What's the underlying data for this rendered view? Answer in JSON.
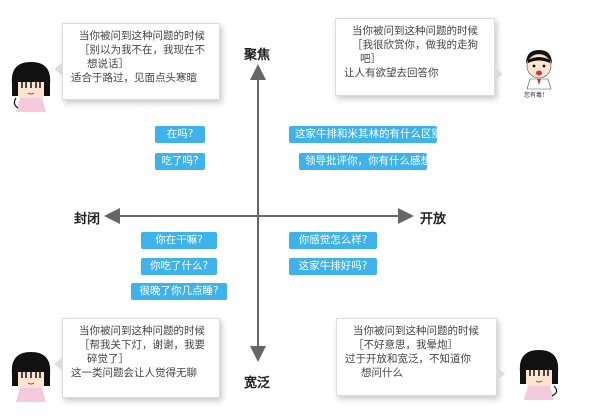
{
  "axes": {
    "top": "聚焦",
    "bottom": "宽泛",
    "left": "封闭",
    "right": "开放"
  },
  "cards": {
    "top_left": {
      "title": "当你被问到这种问题的时候",
      "lines": [
        "［别以为我不在，我现在不",
        "想说话］",
        "适合于路过，见面点头寒暄"
      ]
    },
    "top_right": {
      "title": "当你被问到这种问题的时候",
      "lines": [
        "［我很欣赏你，做我的走狗",
        "吧］",
        "让人有欲望去回答你"
      ]
    },
    "bottom_left": {
      "title": "当你被问到这种问题的时候",
      "lines": [
        "［帮我关下灯，谢谢，我要",
        "碎觉了］",
        "这一类问题会让人觉得无聊"
      ]
    },
    "bottom_right": {
      "title": "当你被问到这种问题的时候",
      "lines": [
        "［不好意思，我晕炮］",
        "过于开放和宽泛，不知道你",
        "想问什么"
      ]
    }
  },
  "questions": {
    "q1": "在吗?",
    "q2": "吃了吗?",
    "q3": "这家牛排和米其林的有什么区别?",
    "q4": "领导批评你，你有什么感想?",
    "q5": "你在干嘛?",
    "q6": "你吃了什么?",
    "q7": "很晚了你几点睡?",
    "q8": "你感觉怎么样?",
    "q9": "这家牛排好吗?"
  },
  "avatar_caption": "您有毒！",
  "colors": {
    "question_bg": "#3eb2eb",
    "axis": "#666666"
  }
}
